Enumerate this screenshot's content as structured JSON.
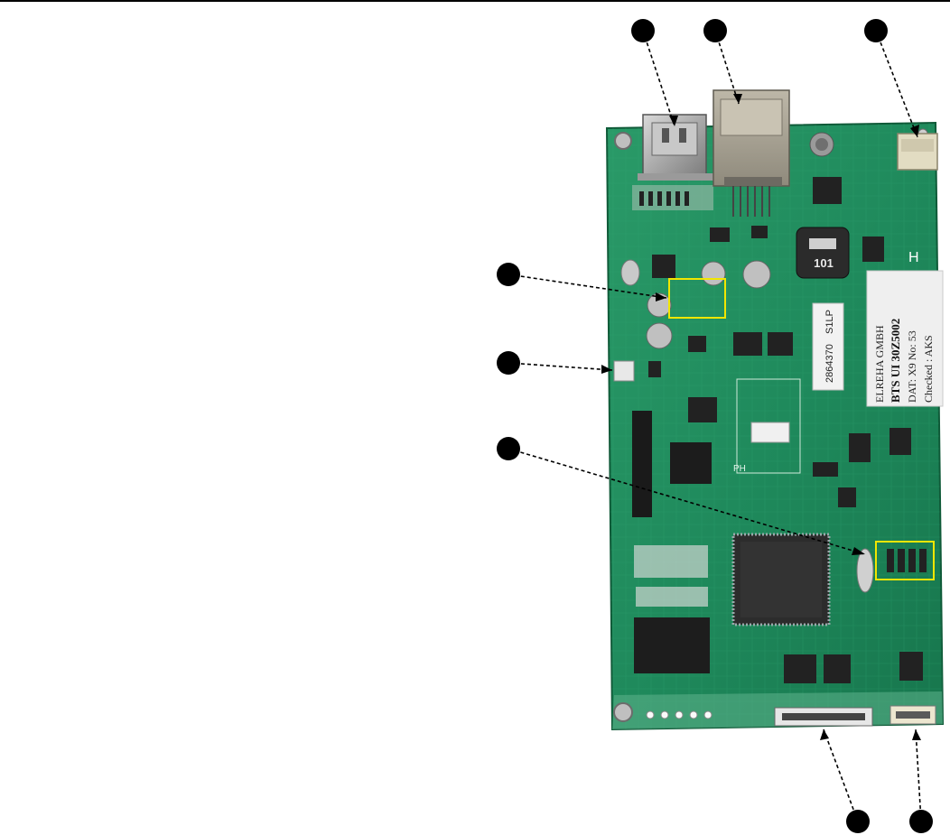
{
  "sticker": {
    "line1": "ELREHA GMBH",
    "line2": "BTS UI 30Z5002",
    "line3": "DAT: X9     No: 53",
    "line4": "Checked : AKS"
  },
  "board_codes": {
    "id_label": "2864370",
    "rev_label": "S1LP",
    "inductor_mark": "101",
    "corner_mark": "H",
    "side_mark": "PH"
  },
  "callouts": [
    {
      "name": "callout-usb-connector",
      "target": "usb-connector"
    },
    {
      "name": "callout-ethernet-jack",
      "target": "ethernet-jack"
    },
    {
      "name": "callout-power-connector",
      "target": "power-connector"
    },
    {
      "name": "callout-component-area-upper",
      "target": "highlight-box-upper"
    },
    {
      "name": "callout-side-connector",
      "target": "side-connector"
    },
    {
      "name": "callout-component-area-lower",
      "target": "highlight-box-lower"
    },
    {
      "name": "callout-ribbon-connector",
      "target": "ribbon-connector"
    },
    {
      "name": "callout-small-connector",
      "target": "small-connector"
    }
  ],
  "colors": {
    "pcb": "#1f8a5c",
    "pcb_dark": "#136b44",
    "highlight": "#f2e600",
    "marker": "#000000"
  }
}
